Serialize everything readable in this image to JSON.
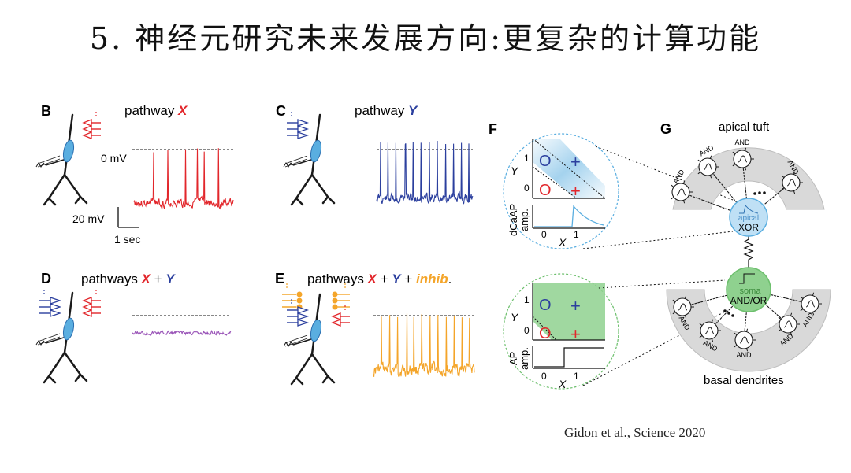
{
  "slide": {
    "title": "5. 神经元研究未来发展方向:更复杂的计算功能",
    "citation": "Gidon et al., Science 2020"
  },
  "colors": {
    "red": "#e2262b",
    "blue": "#2b3f9e",
    "purple": "#9a55b8",
    "orange": "#f4a52a",
    "soma_blue": "#5aaee0",
    "green": "#8fd18f",
    "gray": "#d9d9d9",
    "dark": "#1a1a1a"
  },
  "panel_b": {
    "letter": "B",
    "title_prefix": "pathway ",
    "title_var": "X"
  },
  "panel_c": {
    "letter": "C",
    "title_prefix": "pathway ",
    "title_var": "Y"
  },
  "panel_d": {
    "letter": "D",
    "title_prefix": "pathways ",
    "var_x": "X",
    "plus": " + ",
    "var_y": "Y"
  },
  "panel_e": {
    "letter": "E",
    "title_prefix": "pathways ",
    "var_x": "X",
    "plus": " + ",
    "var_y": "Y",
    "plus2": " + ",
    "var_inhib": "inhib",
    "suffix": "."
  },
  "scale": {
    "zero_mv": "0 mV",
    "mv_bar": "20 mV",
    "time_bar": "1 sec"
  },
  "panel_f": {
    "letter": "F",
    "top": {
      "y_axis": "Y",
      "x_axis": "X",
      "amp_label_1": "dCaAP",
      "amp_label_2": "amp.",
      "tick_0": "0",
      "tick_1": "1",
      "o_top": "O",
      "plus_top": "+",
      "o_bottom": "O",
      "plus_bottom": "+"
    },
    "bottom": {
      "y_axis": "Y",
      "x_axis": "X",
      "amp_label_1": "AP",
      "amp_label_2": "amp.",
      "tick_0": "0",
      "tick_1": "1",
      "o_top": "O",
      "plus_top": "+",
      "o_bottom": "O",
      "plus_bottom": "+"
    }
  },
  "panel_g": {
    "letter": "G",
    "apical_tuft": "apical tuft",
    "basal_dendrites": "basal dendrites",
    "apical_node_top": "apical",
    "apical_node_bottom": "XOR",
    "soma_node_top": "soma",
    "soma_node_bottom": "AND/OR",
    "and_label": "AND"
  }
}
